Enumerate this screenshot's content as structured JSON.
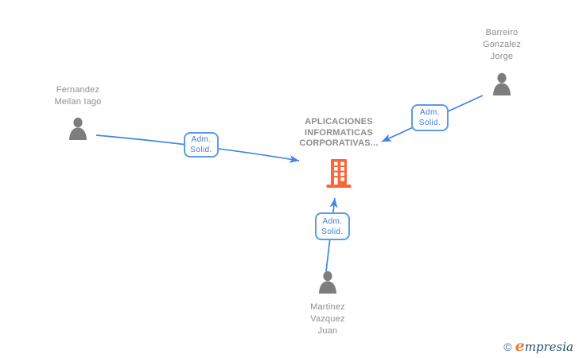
{
  "diagram": {
    "company": {
      "name_lines": [
        "APLICACIONES",
        "INFORMATICAS",
        "CORPORATIVAS..."
      ],
      "icon": "building-icon"
    },
    "persons": [
      {
        "name_lines": [
          "Fernandez",
          "Meilan Iago"
        ],
        "icon": "person-icon"
      },
      {
        "name_lines": [
          "Barreiro",
          "Gonzalez",
          "Jorge"
        ],
        "icon": "person-icon"
      },
      {
        "name_lines": [
          "Martinez",
          "Vazquez",
          "Juan"
        ],
        "icon": "person-icon"
      }
    ],
    "edges": [
      {
        "from": "Fernandez Meilan Iago",
        "to": "APLICACIONES INFORMATICAS CORPORATIVAS...",
        "label_lines": [
          "Adm.",
          "Solid."
        ]
      },
      {
        "from": "Barreiro Gonzalez Jorge",
        "to": "APLICACIONES INFORMATICAS CORPORATIVAS...",
        "label_lines": [
          "Adm.",
          "Solid."
        ]
      },
      {
        "from": "Martinez Vazquez Juan",
        "to": "APLICACIONES INFORMATICAS CORPORATIVAS...",
        "label_lines": [
          "Adm.",
          "Solid."
        ]
      }
    ],
    "colors": {
      "edge_blue": "#4285E0",
      "label_border_blue": "#5C9BE6",
      "label_text_blue": "#3F81D6",
      "person_gray": "#7D7D7D",
      "name_text_gray": "#8E8E8E",
      "company_text_gray": "#8C8C8C",
      "building_orange": "#F9663A"
    }
  },
  "footer": {
    "copyright_symbol": "©",
    "brand_initial": "e",
    "brand_rest": "mpresia"
  }
}
